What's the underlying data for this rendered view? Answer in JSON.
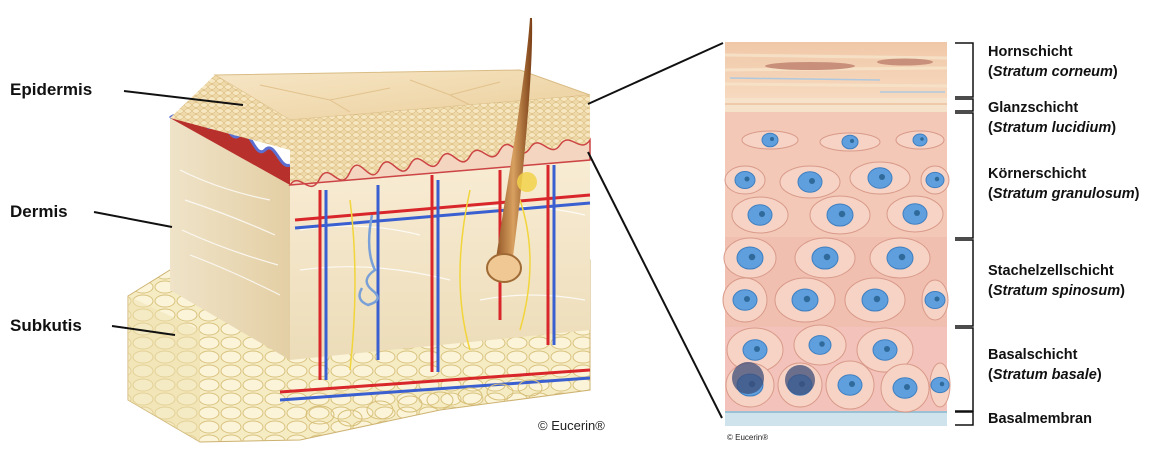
{
  "left_labels": {
    "epidermis": "Epidermis",
    "dermis": "Dermis",
    "subkutis": "Subkutis"
  },
  "layers": [
    {
      "name": "Hornschicht",
      "latin": "Stratum corneum"
    },
    {
      "name": "Glanzschicht",
      "latin": "Stratum lucidium"
    },
    {
      "name": "Körnerschicht",
      "latin": "Stratum granulosum"
    },
    {
      "name": "Stachelzellschicht",
      "latin": "Stratum spinosum"
    },
    {
      "name": "Basalschicht",
      "latin": "Stratum basale"
    }
  ],
  "basalmembran": "Basalmembran",
  "copyright_main": "© Eucerin®",
  "copyright_small": "© Eucerin®",
  "colors": {
    "blood_red": "#d8262b",
    "vein_blue": "#3a5fd0",
    "skin_surface": "#f1dcb4",
    "fat_yellow": "#f2e2a6",
    "cell_pink": "#f3c0b2",
    "nucleus_blue": "#5f9fde"
  }
}
